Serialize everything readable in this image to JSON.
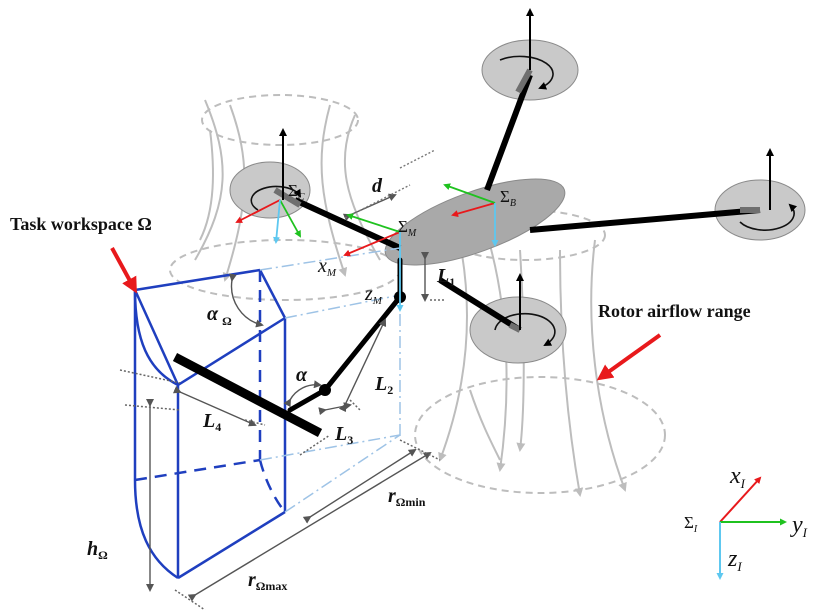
{
  "labels": {
    "task_workspace": "Task workspace Ω",
    "rotor_airflow": "Rotor airflow range",
    "sigma_c": "Σ",
    "sigma_c_sub": "C",
    "sigma_b": "Σ",
    "sigma_b_sub": "B",
    "sigma_m": "Σ",
    "sigma_m_sub": "M",
    "sigma_i": "Σ",
    "sigma_i_sub": "I",
    "x_m": "x",
    "x_m_sub": "M",
    "z_m": "z",
    "z_m_sub": "M",
    "d": "d",
    "l1": "L",
    "l1_sub": "1",
    "l2": "L",
    "l2_sub": "2",
    "l3": "L",
    "l3_sub": "3",
    "l4": "L",
    "l4_sub": "4",
    "alpha": "α",
    "alpha_omega": "α",
    "alpha_omega_sub": "Ω",
    "h_omega": "h",
    "h_omega_sub": "Ω",
    "r_omega_min": "r",
    "r_omega_min_sub": "Ωmin",
    "r_omega_max": "r",
    "r_omega_max_sub": "Ωmax",
    "x_i": "x",
    "x_i_sub": "I",
    "y_i": "y",
    "y_i_sub": "I",
    "z_i": "z",
    "z_i_sub": "I"
  },
  "colors": {
    "workspace": "#1f3fbf",
    "arm": "#000000",
    "rotor_disc": "#c9c9c9",
    "airflow": "#bdbdbd",
    "pointer_arrow": "#e8191c",
    "axis_x": "#e8191c",
    "axis_y": "#1fc21f",
    "axis_z": "#5ec8f0",
    "dim_line": "#555555",
    "projection": "#9ec3e6"
  }
}
